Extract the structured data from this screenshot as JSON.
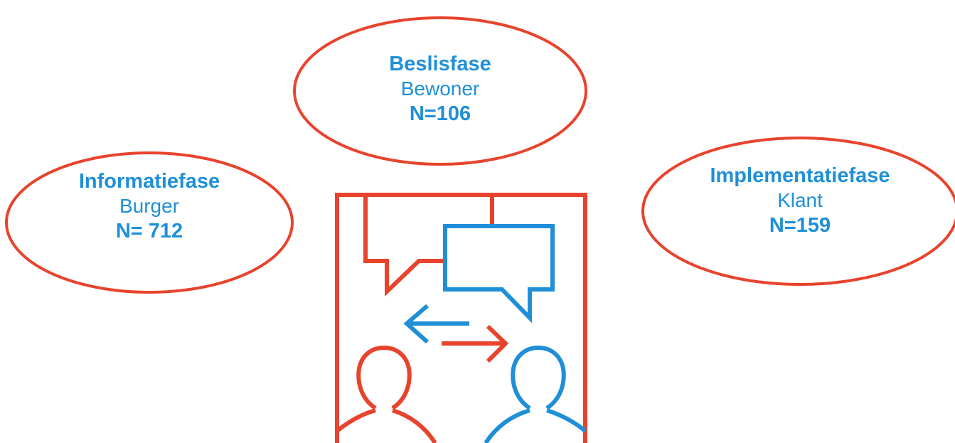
{
  "colors": {
    "accent_red": "#E8432D",
    "accent_blue": "#1F8FD8"
  },
  "phases": [
    {
      "title": "Beslisfase",
      "role": "Bewoner",
      "count": "N=106"
    },
    {
      "title": "Informatiefase",
      "role": "Burger",
      "count": "N= 712"
    },
    {
      "title": "Implementatiefase",
      "role": "Klant",
      "count": "N=159"
    }
  ],
  "icon": {
    "name": "conversation-icon",
    "elements": [
      "speech-bubble-left-icon",
      "speech-bubble-right-icon",
      "arrow-left-icon",
      "arrow-right-icon",
      "person-left-icon",
      "person-right-icon"
    ]
  }
}
